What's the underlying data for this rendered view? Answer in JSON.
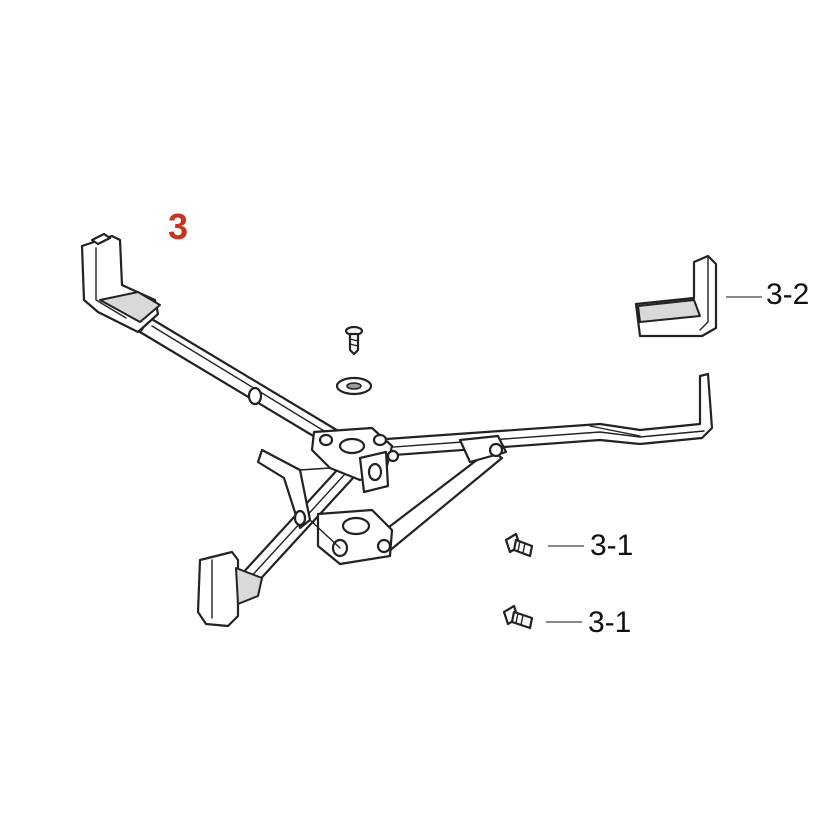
{
  "assembly_label": "3",
  "callouts": {
    "part_3_2": "3-2",
    "part_3_1_a": "3-1",
    "part_3_1_b": "3-1"
  },
  "colors": {
    "assembly_label": "#c8321f",
    "line_art": "#222222",
    "background": "#ffffff"
  }
}
